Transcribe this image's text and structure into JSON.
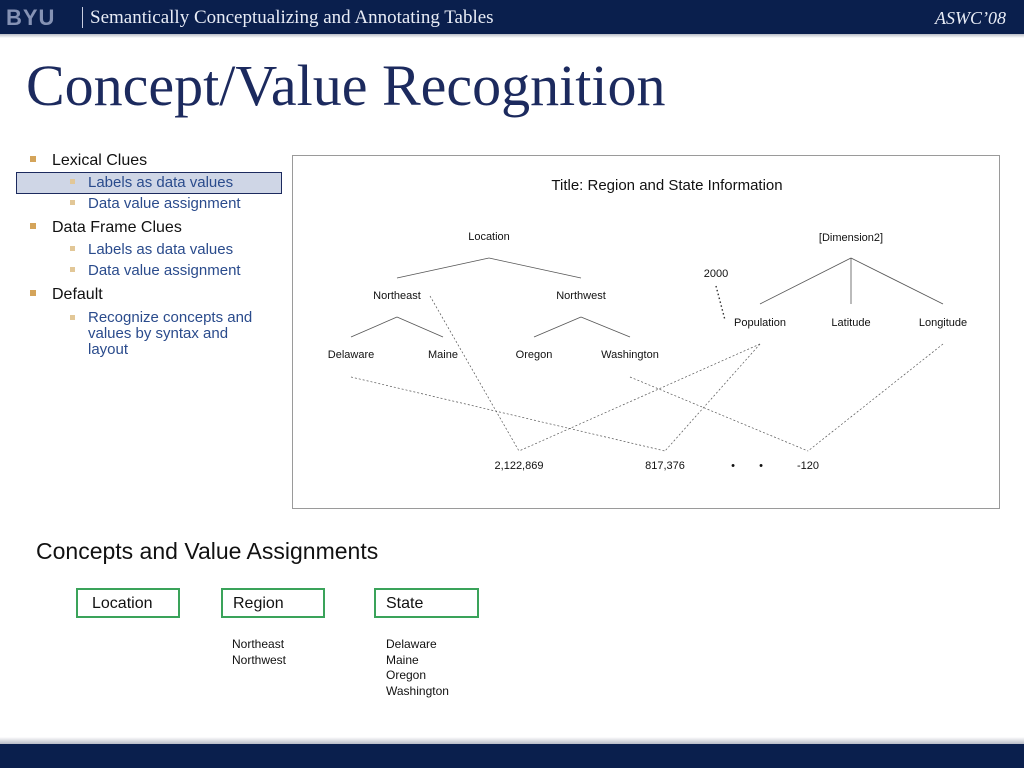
{
  "header": {
    "logo_text": "BYU",
    "title": "Semantically Conceptualizing and Annotating Tables",
    "conference": "ASWC’08"
  },
  "slide": {
    "title": "Concept/Value Recognition"
  },
  "bullets": [
    {
      "label": "Lexical Clues",
      "items": [
        "Labels as data values",
        "Data value assignment"
      ],
      "highlighted_item": 0
    },
    {
      "label": "Data Frame Clues",
      "items": [
        "Labels as data values",
        "Data value assignment"
      ]
    },
    {
      "label": "Default",
      "items": [
        "Recognize  concepts and values by syntax and layout"
      ]
    }
  ],
  "diagram": {
    "title": "Title: Region and State Information",
    "dimension1": {
      "root": "Location",
      "level1": [
        "Northeast",
        "Northwest"
      ],
      "level2": [
        [
          "Delaware",
          "Maine"
        ],
        [
          "Oregon",
          "Washington"
        ]
      ]
    },
    "dimension2": {
      "root": "[Dimension2]",
      "annotation": "2000",
      "children": [
        "Population",
        "Latitude",
        "Longitude"
      ]
    },
    "values": [
      "2,122,869",
      "817,376",
      "•",
      "•",
      "-120"
    ]
  },
  "concepts_section": {
    "heading": "Concepts and Value Assignments",
    "boxes": [
      {
        "label": "Location",
        "values": []
      },
      {
        "label": "Region",
        "values": [
          "Northeast",
          "Northwest"
        ]
      },
      {
        "label": "State",
        "values": [
          "Delaware",
          "Maine",
          "Oregon",
          "Washington"
        ]
      }
    ],
    "box_border_color": "#3aa35a"
  },
  "colors": {
    "header_bg": "#0a1f4d",
    "title_color": "#1c2a5e",
    "bullet_level1": "#d4a45a",
    "bullet_level2": "#e2c797",
    "subitem_text": "#2a4b8c"
  }
}
